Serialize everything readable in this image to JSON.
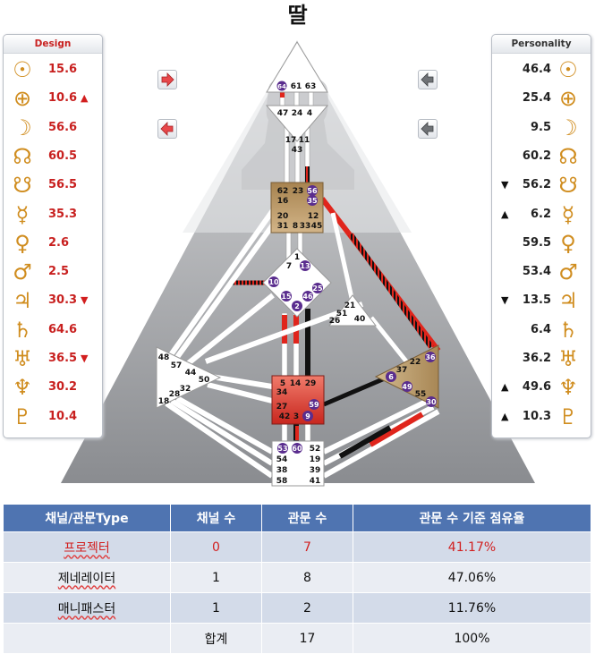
{
  "title": "딸",
  "design": {
    "header": "Design",
    "rows": [
      {
        "symbol": "sun-icon",
        "glyph": "☉",
        "value": "15.6",
        "arrow": ""
      },
      {
        "symbol": "earth-icon",
        "glyph": "⊕",
        "value": "10.6",
        "arrow": "▲"
      },
      {
        "symbol": "moon-icon",
        "glyph": "☽",
        "value": "56.6",
        "arrow": ""
      },
      {
        "symbol": "north-node-icon",
        "glyph": "☊",
        "value": "60.5",
        "arrow": ""
      },
      {
        "symbol": "south-node-icon",
        "glyph": "☋",
        "value": "56.5",
        "arrow": ""
      },
      {
        "symbol": "mercury-icon",
        "glyph": "☿",
        "value": "35.3",
        "arrow": ""
      },
      {
        "symbol": "venus-icon",
        "glyph": "♀",
        "value": "2.6",
        "arrow": ""
      },
      {
        "symbol": "mars-icon",
        "glyph": "♂",
        "value": "2.5",
        "arrow": ""
      },
      {
        "symbol": "jupiter-icon",
        "glyph": "♃",
        "value": "30.3",
        "arrow": "▼"
      },
      {
        "symbol": "saturn-icon",
        "glyph": "♄",
        "value": "64.6",
        "arrow": ""
      },
      {
        "symbol": "uranus-icon",
        "glyph": "♅",
        "value": "36.5",
        "arrow": "▼"
      },
      {
        "symbol": "neptune-icon",
        "glyph": "♆",
        "value": "30.2",
        "arrow": ""
      },
      {
        "symbol": "pluto-icon",
        "glyph": "♇",
        "value": "10.4",
        "arrow": ""
      }
    ]
  },
  "personality": {
    "header": "Personality",
    "rows": [
      {
        "symbol": "sun-icon",
        "glyph": "☉",
        "value": "46.4",
        "arrow": ""
      },
      {
        "symbol": "earth-icon",
        "glyph": "⊕",
        "value": "25.4",
        "arrow": ""
      },
      {
        "symbol": "moon-icon",
        "glyph": "☽",
        "value": "9.5",
        "arrow": ""
      },
      {
        "symbol": "north-node-icon",
        "glyph": "☊",
        "value": "60.2",
        "arrow": ""
      },
      {
        "symbol": "south-node-icon",
        "glyph": "☋",
        "value": "56.2",
        "arrow": "▼"
      },
      {
        "symbol": "mercury-icon",
        "glyph": "☿",
        "value": "6.2",
        "arrow": "▲"
      },
      {
        "symbol": "venus-icon",
        "glyph": "♀",
        "value": "59.5",
        "arrow": ""
      },
      {
        "symbol": "mars-icon",
        "glyph": "♂",
        "value": "53.4",
        "arrow": ""
      },
      {
        "symbol": "jupiter-icon",
        "glyph": "♃",
        "value": "13.5",
        "arrow": "▼"
      },
      {
        "symbol": "saturn-icon",
        "glyph": "♄",
        "value": "6.4",
        "arrow": ""
      },
      {
        "symbol": "uranus-icon",
        "glyph": "♅",
        "value": "36.2",
        "arrow": ""
      },
      {
        "symbol": "neptune-icon",
        "glyph": "♆",
        "value": "49.6",
        "arrow": "▲"
      },
      {
        "symbol": "pluto-icon",
        "glyph": "♇",
        "value": "10.3",
        "arrow": "▲"
      }
    ]
  },
  "bodygraph": {
    "head_gates": [
      "64",
      "61",
      "63"
    ],
    "ajna_gates": [
      "47",
      "24",
      "4",
      "17",
      "11",
      "43"
    ],
    "throat_gates": [
      "62",
      "23",
      "56",
      "16",
      "35",
      "20",
      "12",
      "31",
      "8",
      "33",
      "45"
    ],
    "g_gates": [
      "1",
      "7",
      "13",
      "10",
      "25",
      "15",
      "2",
      "46"
    ],
    "ego_gates": [
      "21",
      "51",
      "26",
      "40"
    ],
    "spleen_gates": [
      "48",
      "57",
      "44",
      "50",
      "32",
      "28",
      "18"
    ],
    "sacral_gates": [
      "5",
      "14",
      "29",
      "34",
      "27",
      "59",
      "42",
      "3",
      "9"
    ],
    "solar_plexus_gates": [
      "36",
      "22",
      "37",
      "6",
      "49",
      "55",
      "30"
    ],
    "root_gates": [
      "53",
      "60",
      "52",
      "54",
      "19",
      "38",
      "39",
      "58",
      "41"
    ],
    "colors": {
      "defined_red": "#e0251c",
      "defined_black": "#111111",
      "personality_purple": "#5a2d8e",
      "throat_fill": "#b0895c",
      "sacral_fill": "#e3443a",
      "solar_fill": "#b39a6e"
    }
  },
  "table": {
    "headers": [
      "채널/관문Type",
      "채널 수",
      "관문 수",
      "관문 수 기준 점유율"
    ],
    "rows": [
      {
        "type": "프로젝터",
        "channels": "0",
        "gates": "7",
        "share": "41.17%"
      },
      {
        "type": "제네레이터",
        "channels": "1",
        "gates": "8",
        "share": "47.06%"
      },
      {
        "type": "매니패스터",
        "channels": "1",
        "gates": "2",
        "share": "11.76%"
      }
    ],
    "total": {
      "label": "합계",
      "gates": "17",
      "share": "100%"
    }
  }
}
